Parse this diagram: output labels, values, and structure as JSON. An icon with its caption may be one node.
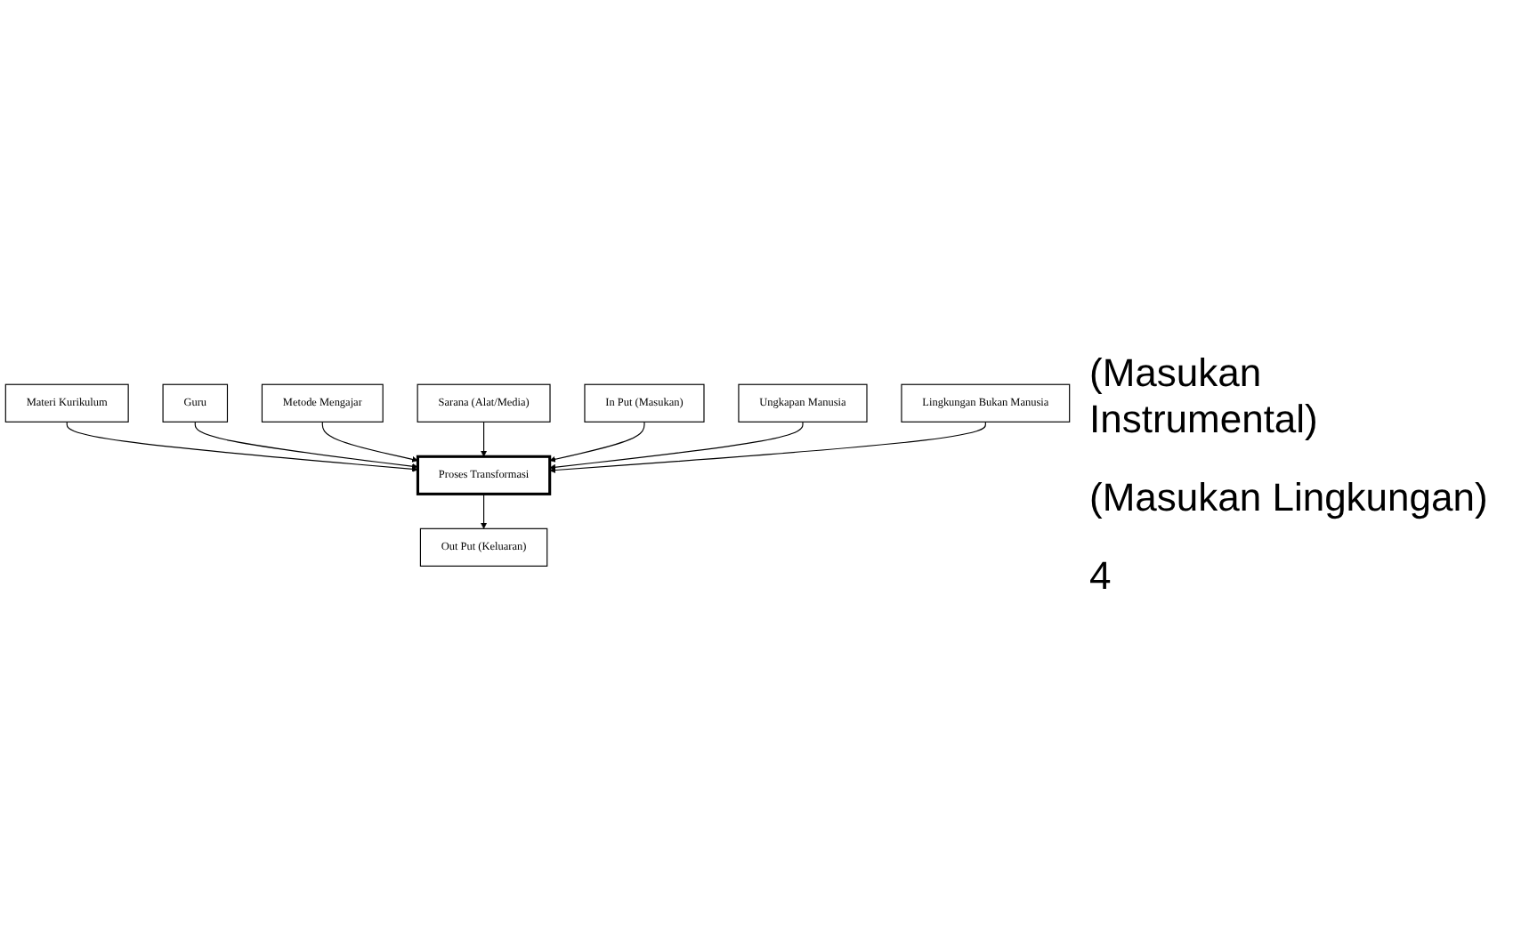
{
  "diagram": {
    "nodes": [
      {
        "text": [
          "Materi Kurikulum"
        ]
      },
      {
        "text": [
          "Guru"
        ]
      },
      {
        "text": [
          "Metode Mengajar"
        ]
      },
      {
        "text": [
          "Sarana (Alat/Media)"
        ]
      },
      {
        "text": [
          "In Put (Masukan)"
        ]
      },
      {
        "text": [
          "Proses Transformasi"
        ]
      },
      {
        "text": [
          "Out Put (Keluaran)"
        ]
      },
      {
        "text": [
          "Ungkapan Manusia"
        ]
      },
      {
        "text": [
          "Lingkungan Bukan Manusia"
        ]
      }
    ],
    "edges": [
      {
        "from": 0,
        "to": 5,
        "arrow": "to"
      },
      {
        "from": 1,
        "to": 5,
        "arrow": "to"
      },
      {
        "from": 2,
        "to": 5,
        "arrow": "to"
      },
      {
        "from": 3,
        "to": 5,
        "arrow": "to"
      },
      {
        "from": 4,
        "to": 5,
        "arrow": "to"
      },
      {
        "from": 5,
        "to": 6,
        "arrow": "to"
      },
      {
        "from": 7,
        "to": 5,
        "arrow": "to"
      },
      {
        "from": 8,
        "to": 5,
        "arrow": "to"
      }
    ],
    "labels": [
      "(Masukan Instrumental)",
      "(Masukan Lingkungan)",
      "4"
    ]
  }
}
